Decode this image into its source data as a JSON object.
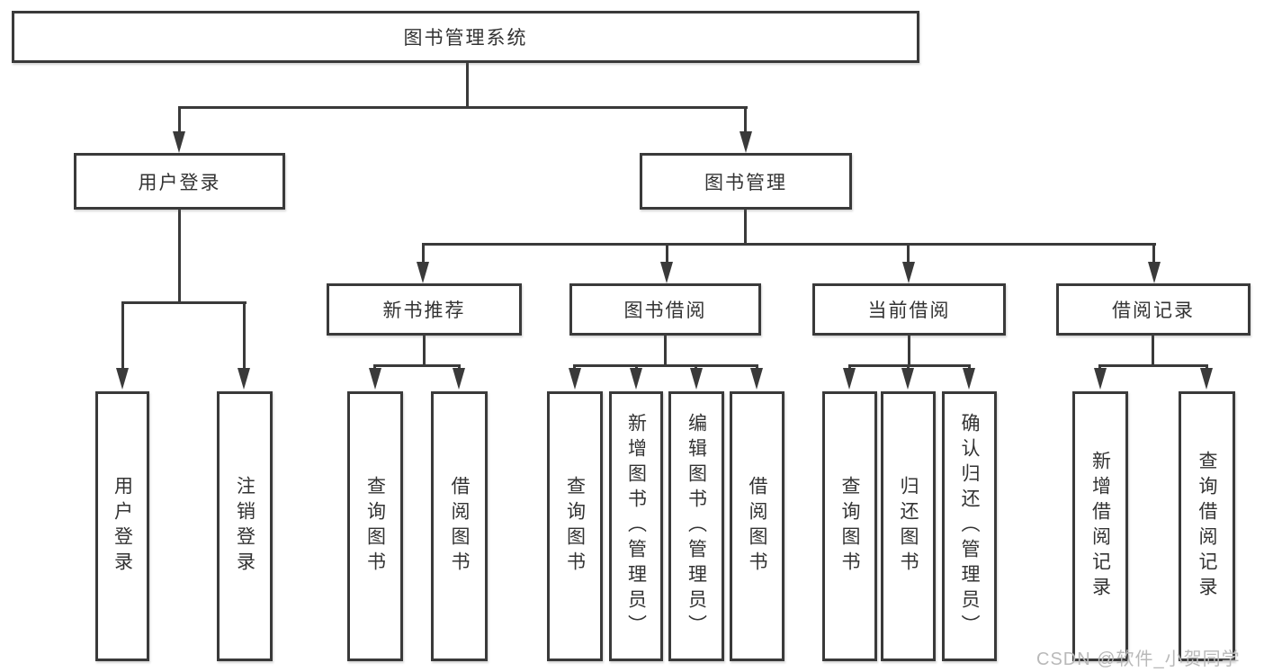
{
  "diagram_type": "hierarchy-tree",
  "colors": {
    "line": "#3a3a3a",
    "text": "#333333",
    "background": "#ffffff",
    "watermark_text_color": "#b9b9b9"
  },
  "watermark": "CSDN @软件_小贺同学",
  "nodes": {
    "root": {
      "label": "图书管理系统"
    },
    "userLogin": {
      "label": "用户登录"
    },
    "bookMgmt": {
      "label": "图书管理"
    },
    "newBooks": {
      "label": "新书推荐"
    },
    "bookBorrow": {
      "label": "图书借阅"
    },
    "currentBorrow": {
      "label": "当前借阅"
    },
    "borrowRecords": {
      "label": "借阅记录"
    }
  },
  "leaves": [
    {
      "label": "用户登录",
      "parent": "用户登录"
    },
    {
      "label": "注销登录",
      "parent": "用户登录"
    },
    {
      "label": "查询图书",
      "parent": "新书推荐"
    },
    {
      "label": "借阅图书",
      "parent": "新书推荐"
    },
    {
      "label": "查询图书",
      "parent": "图书借阅"
    },
    {
      "label": "新增图书（管理员）",
      "parent": "图书借阅"
    },
    {
      "label": "编辑图书（管理员）",
      "parent": "图书借阅"
    },
    {
      "label": "借阅图书",
      "parent": "图书借阅"
    },
    {
      "label": "查询图书",
      "parent": "当前借阅"
    },
    {
      "label": "归还图书",
      "parent": "当前借阅"
    },
    {
      "label": "确认归还（管理员）",
      "parent": "当前借阅"
    },
    {
      "label": "新增借阅记录",
      "parent": "借阅记录"
    },
    {
      "label": "查询借阅记录",
      "parent": "借阅记录"
    }
  ]
}
